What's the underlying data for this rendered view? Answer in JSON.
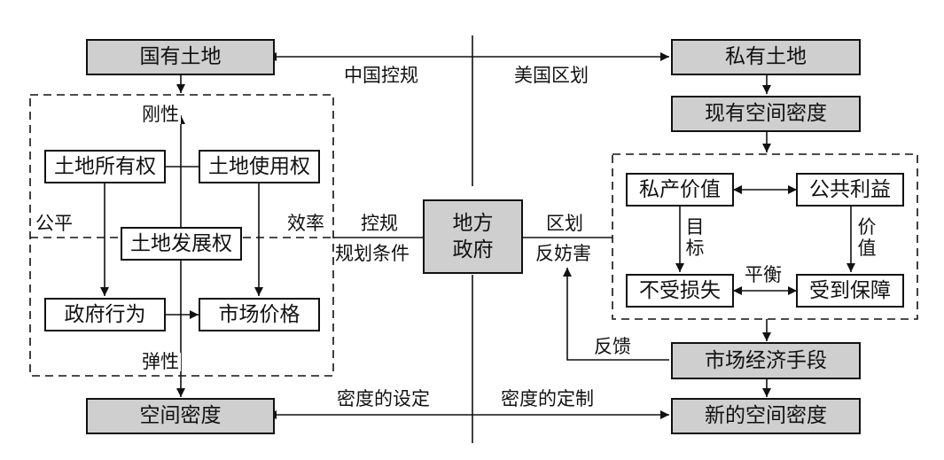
{
  "nodes": {
    "state_land": "国有土地",
    "private_land": "私有土地",
    "existing_density": "现有空间密度",
    "land_ownership": "土地所有权",
    "land_use_right": "土地使用权",
    "land_development_right": "土地发展权",
    "government_behavior": "政府行为",
    "market_price": "市场价格",
    "space_density": "空间密度",
    "local_government": [
      "地方",
      "政府"
    ],
    "private_value": "私产价值",
    "public_interest": "公共利益",
    "not_harmed": "不受损失",
    "protected": "受到保障",
    "market_economy": "市场经济手段",
    "new_space_density": "新的空间密度"
  },
  "labels": {
    "china_control": "中国控规",
    "us_zoning": "美国区划",
    "rigidity": "刚性",
    "elasticity": "弹性",
    "fairness": "公平",
    "efficiency": "效率",
    "control": "控规",
    "planning_conditions": "规划条件",
    "zoning": "区划",
    "anti_nuisance": "反妨害",
    "goal": [
      "目",
      "标"
    ],
    "value": [
      "价",
      "值"
    ],
    "balance": "平衡",
    "feedback": "反馈",
    "density_setting": "密度的设定",
    "density_customization": "密度的定制"
  }
}
